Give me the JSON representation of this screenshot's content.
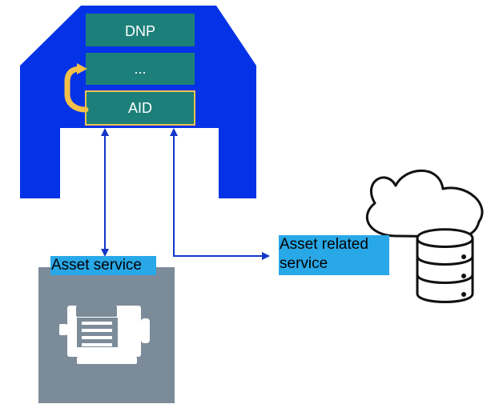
{
  "layers": [
    {
      "id": "dnp",
      "label": "DNP"
    },
    {
      "id": "middle",
      "label": "..."
    },
    {
      "id": "aid",
      "label": "AID"
    }
  ],
  "services": {
    "asset_service": "Asset service",
    "asset_related_service": "Asset related service"
  },
  "icons": {
    "shell": "admin-shell-icon",
    "cycle": "cycle-arrow-icon",
    "asset": "motor-icon",
    "cloud": "cloud-icon",
    "database": "database-icon"
  },
  "colors": {
    "shell": "#0432e6",
    "layer": "#1d7f7a",
    "layer_border": "#f3c34d",
    "cycle_arrow": "#f5c04a",
    "connector": "#1437c8",
    "label_bg": "#29a8e8",
    "asset_bg": "#7c8b99"
  }
}
